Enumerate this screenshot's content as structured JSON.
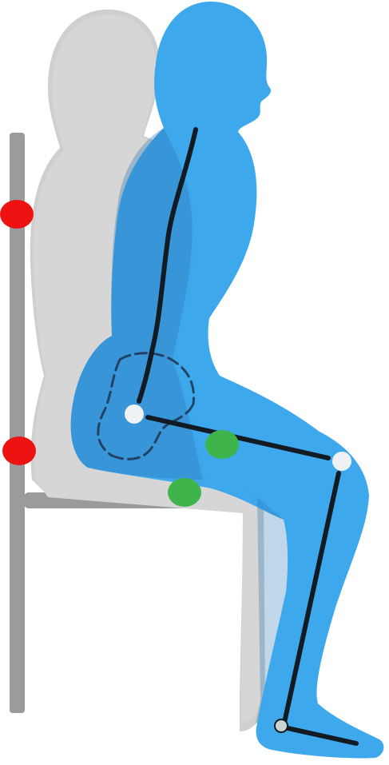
{
  "figure": {
    "alt": "",
    "colors": {
      "background": "#fdfdfd",
      "chair": "#9a9b9d",
      "ghost_body": "#d6d6d6",
      "ghost_body_shadow": "#c3c3c3",
      "body": "#3aa6ec",
      "body_overlap": "#4a90c8",
      "skeleton_line": "#121a24",
      "joint": "#eef2f5",
      "bad_point": "#ee1212",
      "good_point": "#3fb44a",
      "pelvis_outline": "#1e3450"
    },
    "markers": {
      "bad_points": [
        "red-marker-upper-back",
        "red-marker-lower-back"
      ],
      "good_points": [
        "green-marker-thigh",
        "green-marker-seat"
      ],
      "joints": [
        "hip-joint",
        "knee-joint",
        "ankle-joint"
      ]
    }
  }
}
